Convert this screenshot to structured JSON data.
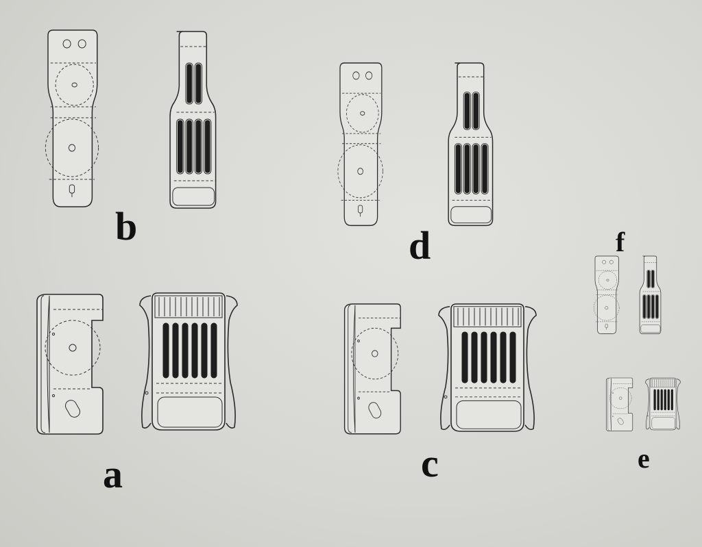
{
  "figure": {
    "labels": {
      "a": "a",
      "b": "b",
      "c": "c",
      "d": "d",
      "e": "e",
      "f": "f"
    }
  }
}
